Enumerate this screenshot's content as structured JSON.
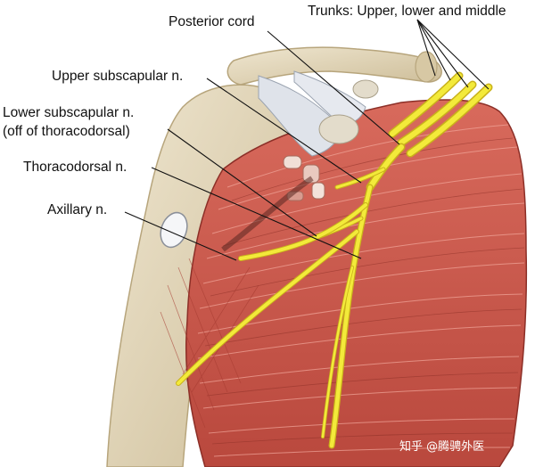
{
  "labels": {
    "posterior_cord": "Posterior cord",
    "trunks": "Trunks: Upper, lower and middle",
    "upper_subscapular": "Upper subscapular n.",
    "lower_subscapular_line1": "Lower subscapular n.",
    "lower_subscapular_line2": "(off of thoracodorsal)",
    "thoracodorsal": "Thoracodorsal n.",
    "axillary": "Axillary n."
  },
  "watermark": "知乎 @腾骋外医",
  "colors": {
    "muscle": "#c8574a",
    "muscle_dark": "#a63b31",
    "muscle_light": "#e48a7c",
    "bone": "#e7dcc2",
    "bone_shadow": "#c9b993",
    "tendon": "#dcdfe6",
    "nerve": "#f3ea3a",
    "nerve_edge": "#c9b21a",
    "leader": "#111111"
  }
}
